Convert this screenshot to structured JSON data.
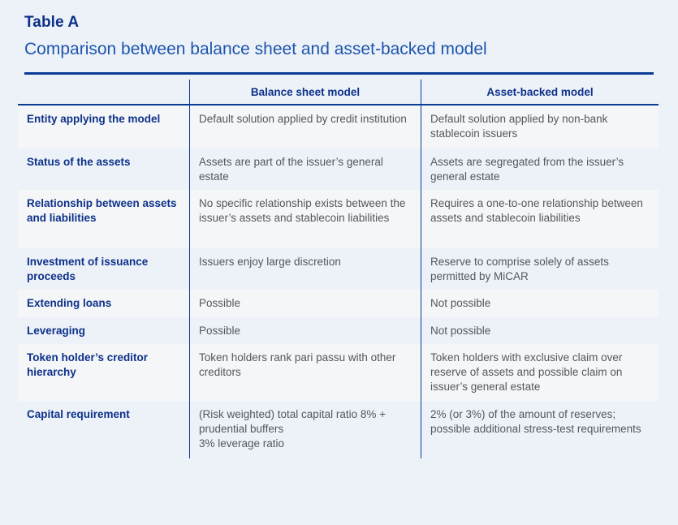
{
  "page": {
    "caption": "Table A",
    "subtitle": "Comparison between balance sheet and asset-backed model"
  },
  "colors": {
    "page_background": "#edf2f9",
    "alt_row_background": "#f5f6f7",
    "navy_accent": "#0a3b94",
    "caption_text": "#0c2f87",
    "subtitle_text": "#1d55ad",
    "label_text": "#0d3189",
    "body_text": "#54575c"
  },
  "table": {
    "column_headers": [
      "Balance sheet model",
      "Asset-backed model"
    ],
    "rows": [
      {
        "label": "Entity applying the model",
        "balance_sheet": "Default solution applied by credit institution",
        "asset_backed": "Default solution applied by non-bank stablecoin issuers"
      },
      {
        "label": "Status of the assets",
        "balance_sheet": "Assets are part of the issuer’s general estate",
        "asset_backed": "Assets are segregated from the issuer’s general estate"
      },
      {
        "label": "Relationship between assets and liabilities",
        "balance_sheet": "No specific relationship exists between the issuer’s assets and stablecoin liabilities",
        "asset_backed": "Requires a one-to-one relationship between assets and stablecoin liabilities"
      },
      {
        "label": "Investment of issuance proceeds",
        "balance_sheet": "Issuers enjoy large discretion",
        "asset_backed": "Reserve to comprise solely of assets permitted by MiCAR"
      },
      {
        "label": "Extending loans",
        "balance_sheet": "Possible",
        "asset_backed": "Not possible"
      },
      {
        "label": "Leveraging",
        "balance_sheet": "Possible",
        "asset_backed": "Not possible"
      },
      {
        "label": "Token holder’s creditor hierarchy",
        "balance_sheet": "Token holders rank pari passu with other creditors",
        "asset_backed": "Token holders with exclusive claim over reserve of assets and possible claim on issuer’s general estate"
      },
      {
        "label": "Capital requirement",
        "balance_sheet": "(Risk weighted) total capital ratio 8% + prudential buffers\n3% leverage ratio",
        "asset_backed": "2% (or 3%) of the amount of reserves; possible additional stress-test requirements"
      }
    ]
  }
}
